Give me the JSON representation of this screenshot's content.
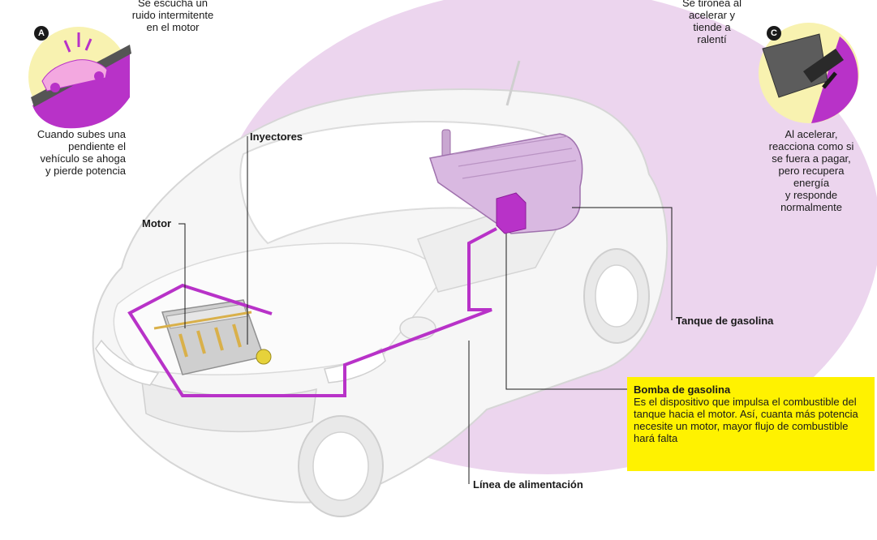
{
  "symptoms": {
    "a": {
      "badge": "A",
      "top_text": "Se escucha un\nruido intermitente\nen el motor",
      "bottom_text": "Cuando subes una\npendiente el\nvehículo se ahoga\ny pierde potencia"
    },
    "c": {
      "badge": "C",
      "top_text": "Se tironea al\nacelerar y\ntiende a\nralentí",
      "bottom_text": "Al acelerar,\nreacciona como si\nse fuera a pagar,\npero recupera\nenergía\ny responde\nnormalmente"
    }
  },
  "labels": {
    "inyectores": "Inyectores",
    "motor": "Motor",
    "tanque": "Tanque de gasolina",
    "linea": "Línea de alimentación"
  },
  "callout": {
    "title": "Bomba de gasolina",
    "body": "Es el dispositivo que impulsa el combustible del tanque hacia el motor. Así, cuanta más potencia necesite un motor, mayor flujo de combustible hará falta"
  },
  "colors": {
    "accent": "#b832c8",
    "halo": "#ecd5ee",
    "callout_bg": "#fff200",
    "badge_circle": "#f8f2b0"
  }
}
